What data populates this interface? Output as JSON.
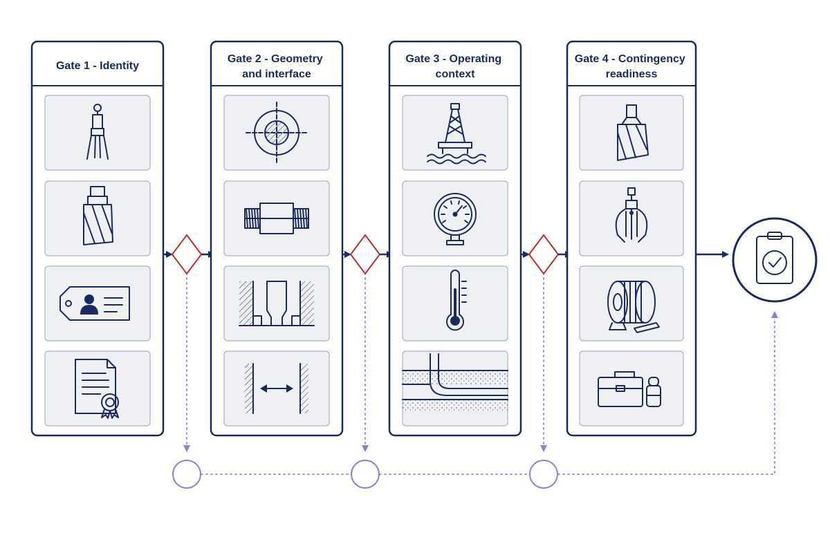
{
  "gates": [
    {
      "title_lines": [
        "Gate 1 - Identity"
      ],
      "icons": [
        "fishing-spear-icon",
        "junk-mill-icon",
        "id-tag-icon",
        "certificate-icon"
      ]
    },
    {
      "title_lines": [
        "Gate 2 - Geometry",
        "and interface"
      ],
      "icons": [
        "cross-section-icon",
        "threaded-connection-icon",
        "bore-profile-icon",
        "clearance-gap-icon"
      ]
    },
    {
      "title_lines": [
        "Gate 3 - Operating",
        "context"
      ],
      "icons": [
        "offshore-rig-icon",
        "pressure-gauge-icon",
        "thermometer-icon",
        "deviated-wellbore-icon"
      ]
    },
    {
      "title_lines": [
        "Gate 4 - Contingency",
        "readiness"
      ],
      "icons": [
        "backup-mill-icon",
        "grapple-icon",
        "cable-reel-icon",
        "toolbox-icon"
      ]
    }
  ],
  "final": {
    "icon": "checklist-approved-icon"
  },
  "colors": {
    "navy": "#1b2a5e",
    "decision_red": "#c42a2a",
    "feedback_purple": "#8a80cc",
    "card_fill": "#eef0f4"
  }
}
